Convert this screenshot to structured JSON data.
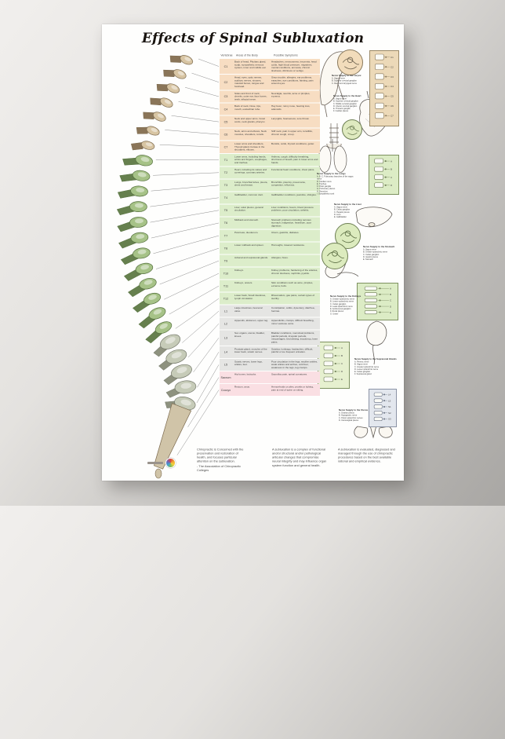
{
  "poster": {
    "title": "Effects of Spinal Subluxation"
  },
  "table": {
    "headers": {
      "vertebrae": "Vertebrae",
      "areas": "Areas of the Body",
      "symptoms": "Possible Symptoms"
    },
    "rows": [
      {
        "vertebra": "C1",
        "group": "cervical",
        "areas": "Back of head, Pituitary gland, scalp, sympathetic nervous system, inner and middle ear.",
        "symptoms": "Headaches, nervousness, insomnia, head colds, high blood pressure, migraines, mental conditions, amnesia, chronic tiredness, dizziness or vertigo."
      },
      {
        "vertebra": "C2",
        "group": "cervical",
        "areas": "Head, eyes, optic nerves, auditory nerves, sinuses, mastoid bones, tongue and forehead.",
        "symptoms": "Sinus trouble, allergies, ear problems, earaches, eye conditions, fainting, pain around eyes."
      },
      {
        "vertebra": "C3",
        "group": "cervical",
        "areas": "Sides and front of neck, cheeks, outer ear, face bones, teeth, trifacial nerve.",
        "symptoms": "Neuralgia, neuritis, acne or pimples, eczema."
      },
      {
        "vertebra": "C4",
        "group": "cervical",
        "areas": "Back of neck, Nose, lips, mouth, eustachian tube.",
        "symptoms": "Hay fever, runny nose, hearing loss, adenoids."
      },
      {
        "vertebra": "C5",
        "group": "cervical",
        "areas": "Neck and upper arms, Vocal cords, neck glands, pharynx.",
        "symptoms": "Laryngitis, hoarseness, sore throat."
      },
      {
        "vertebra": "C6",
        "group": "cervical",
        "areas": "Neck, arms and elbows, Neck muscles, shoulders, tonsils.",
        "symptoms": "Stiff neck, pain in upper arm, tonsillitis, chronic cough, croup."
      },
      {
        "vertebra": "C7",
        "group": "cervical",
        "areas": "Lower arms and shoulders, Thyroid gland, bursae in the shoulders, elbows.",
        "symptoms": "Bursitis, colds, thyroid conditions, goiter."
      },
      {
        "vertebra": "T1",
        "group": "thoracic",
        "areas": "Lower arms, including hands, wrists and fingers, esophagus, and trachea.",
        "symptoms": "Asthma, cough, difficulty breathing, shortness of breath, pain in lower arms and hands."
      },
      {
        "vertebra": "T2",
        "group": "thoracic",
        "areas": "Heart, including its valves and coverings, coronary arteries.",
        "symptoms": "Functional heart conditions, chest pains."
      },
      {
        "vertebra": "T3",
        "group": "thoracic",
        "areas": "Lungs, bronchial tubes, pleura, chest and breast.",
        "symptoms": "Bronchitis, pleurisy, pneumonia, congestion, influenza."
      },
      {
        "vertebra": "T4",
        "group": "thoracic",
        "areas": "Gallbladder, common duct.",
        "symptoms": "Gallbladder conditions, jaundice, shingles."
      },
      {
        "vertebra": "T5",
        "group": "thoracic",
        "areas": "Liver, solar plexus, general circulation.",
        "symptoms": "Liver conditions, fevers, blood pressure problems, poor circulation, arthritis."
      },
      {
        "vertebra": "T6",
        "group": "thoracic",
        "areas": "Midback and stomach.",
        "symptoms": "Stomach problems including nervous stomach, indigestion, heartburn, poor digestion."
      },
      {
        "vertebra": "T7",
        "group": "thoracic",
        "areas": "Pancreas, duodenum.",
        "symptoms": "Ulcers, gastritis, diabetes."
      },
      {
        "vertebra": "T8",
        "group": "thoracic",
        "areas": "Lower midback and spleen.",
        "symptoms": "Hiccoughs, lowered resistance."
      },
      {
        "vertebra": "T9",
        "group": "thoracic",
        "areas": "Adrenal and suprarenal glands.",
        "symptoms": "Allergies, hives."
      },
      {
        "vertebra": "T10",
        "group": "thoracic",
        "areas": "Kidneys.",
        "symptoms": "Kidney problems, hardening of the arteries, chronic tiredness, nephritis, pyelitis."
      },
      {
        "vertebra": "T11",
        "group": "thoracic",
        "areas": "Kidneys, ureters.",
        "symptoms": "Skin conditions such as acne, pimples, eczema, boils."
      },
      {
        "vertebra": "T12",
        "group": "thoracic",
        "areas": "Lower back, Small intestines, lymph circulation.",
        "symptoms": "Rheumatism, gas pains, certain types of sterility."
      },
      {
        "vertebra": "L1",
        "group": "lumbar",
        "areas": "Large intestines, ileocecal valve.",
        "symptoms": "Constipation, colitis, dysentery, diarrhea, hernias."
      },
      {
        "vertebra": "L2",
        "group": "lumbar",
        "areas": "Appendix, abdomen, upper leg.",
        "symptoms": "Appendicitis, cramps, difficult breathing, minor varicose veins."
      },
      {
        "vertebra": "L3",
        "group": "lumbar",
        "areas": "Sex organs, uterus, bladder, knees.",
        "symptoms": "Bladder conditions, menstrual problems, painful periods, irregular periods, miscarriages, bed wetting, impotency, knee pains."
      },
      {
        "vertebra": "L4",
        "group": "lumbar",
        "areas": "Prostate gland, muscles of the lower back, sciatic nerves.",
        "symptoms": "Sciatica, lumbago, backaches, difficult, painful or too frequent urination."
      },
      {
        "vertebra": "L5",
        "group": "lumbar",
        "areas": "Sciatic nerves, lower legs, ankles, feet.",
        "symptoms": "Poor circulation in the legs, swollen ankles, weak ankles and arches, cold feet, weakness in the legs, leg cramps."
      },
      {
        "vertebra": "Sacrum",
        "group": "sacral",
        "areas": "Hip bones, buttocks.",
        "symptoms": "Sacroiliac pain, spinal curvatures."
      },
      {
        "vertebra": "Coccyx",
        "group": "sacral",
        "areas": "Rectum, anus.",
        "symptoms": "Hemorrhoids or piles, pruritis or itching, pain at end of spine on sitting."
      }
    ]
  },
  "right_column": {
    "sections": [
      {
        "heading": "Nerve Supply to the Larynx",
        "items": [
          "A. Vagus nerve",
          "B. Superior cervical ganglion",
          "C. Recurrent laryngeal nerve"
        ]
      },
      {
        "heading": "Nerve Supply to the Heart",
        "items": [
          "A. Vagus nerve",
          "B. Superior cervical ganglion",
          "C. Middle cervical ganglion",
          "D. Inferior cervical ganglion",
          "E. Thoracic ganglia",
          "F. Cardiac plexus"
        ]
      },
      {
        "heading": "Nerve Supply to the Lungs",
        "items": [
          "A, B, C. Pulmonary branches of the vagus nerve",
          "D. Cardiac nerve",
          "E. Trachea",
          "F. Chain ganglia",
          "G. Pulmonary plexus",
          "H. Bronchus",
          "I. Sympathetic trunk"
        ]
      },
      {
        "heading": "Nerve Supply to the Liver",
        "items": [
          "A. Vagus nerve",
          "B. Celiac ganglion",
          "C. Hepatic plexus",
          "D. Liver",
          "E. Gallbladder"
        ]
      },
      {
        "heading": "Nerve Supply to the Stomach",
        "items": [
          "A. Vagus nerve",
          "B. Greater splanchnic nerve",
          "C. Celiac ganglion",
          "D. Gastric plexus",
          "E. Stomach"
        ]
      },
      {
        "heading": "Nerve Supply to the Kidneys",
        "items": [
          "A. Greater splanchnic nerve",
          "B. Lesser splanchnic nerve",
          "C. Celiac ganglion",
          "D. Least splanchnic nerve",
          "E. Aorticorenal ganglion",
          "F. Renal plexus",
          "G. Ureter"
        ]
      },
      {
        "heading": "Nerve Supply to the Suprarenal Glands",
        "items": [
          "A. Phrenic nerve",
          "B. Vagus nerve",
          "C. Greater splanchnic nerve",
          "D. Lesser splanchnic nerve",
          "E. Celiac ganglion",
          "F. Suprarenal gland"
        ]
      },
      {
        "heading": "Nerve Supply to the Uterus",
        "items": [
          "A. Ovarian plexus",
          "B. Hypogastric nerve",
          "C. Pelvic splanchnic nerves",
          "D. Uterovaginal plexus"
        ]
      }
    ],
    "panels": [
      {
        "id": "cervical",
        "labels": [
          "C1",
          "C2",
          "C3",
          "C4",
          "C5",
          "C6",
          "C7"
        ]
      },
      {
        "id": "thoracic",
        "labels": [
          "A",
          "B",
          "C",
          "D"
        ]
      },
      {
        "id": "lumbar",
        "labels": [
          "A",
          "B",
          "C",
          "D",
          "E"
        ]
      },
      {
        "id": "lumbosacral",
        "labels": [
          "A",
          "B",
          "C",
          "D",
          "E"
        ]
      },
      {
        "id": "sacral",
        "labels": [
          "L4",
          "L5",
          "S1",
          "S2",
          "S3"
        ]
      }
    ]
  },
  "footer": {
    "quotes": [
      {
        "text": "Chiropractic is Concerned with the preservation and restoration of health, and focuses particular attention on the subluxation.",
        "attribution": "- The Association of Chiropractic Colleges"
      },
      {
        "text": "A subluxation is a complex of functional and/or structural and/or pathological articular changes that compromise neural integrity and may influence organ system function and general health.",
        "attribution": ""
      },
      {
        "text": "A subluxation is evaluated, diagnosed and managed through the use of chiropractic procedures based on the best available rational and empirical evidence.",
        "attribution": ""
      }
    ]
  },
  "logo": {
    "icon": "multicolor-pinwheel-icon"
  },
  "colors": {
    "cervical_row": "#f7ddc2",
    "thoracic_row": "#dcedca",
    "lumbar_row": "#e5e5e3",
    "sacral_row": "#fadfe3",
    "cervical_bone": "#d8c5a3",
    "thoracic_bone": "#a6c287",
    "lumbar_bone": "#c6cbb8",
    "panel_tan": "#ecd9b8",
    "panel_green": "#dcecc5",
    "panel_blue": "#e3e7ee",
    "backdrop": "#b3b1ae"
  }
}
